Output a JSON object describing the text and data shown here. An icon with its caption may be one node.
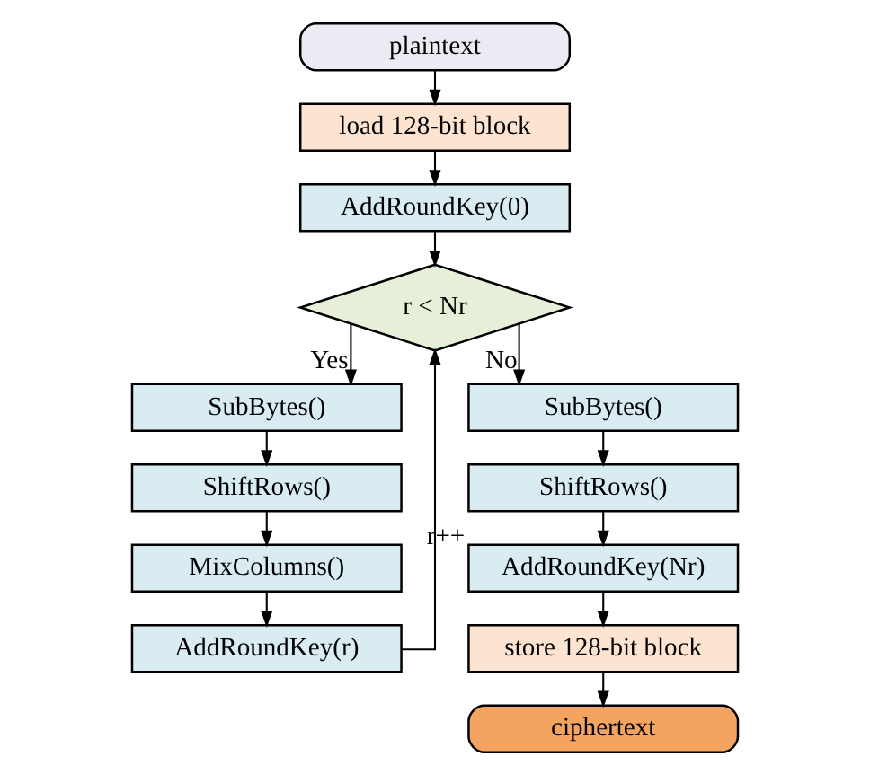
{
  "diagram": {
    "nodes": [
      {
        "text": [
          "plaintext"
        ]
      },
      {
        "text": [
          "load 128-bit block"
        ]
      },
      {
        "text": [
          "AddRoundKey(0)"
        ]
      },
      {
        "text": [
          "r < Nr"
        ]
      },
      {
        "text": [
          "SubBytes()"
        ]
      },
      {
        "text": [
          "ShiftRows()"
        ]
      },
      {
        "text": [
          "MixColumns()"
        ]
      },
      {
        "text": [
          "AddRoundKey(r)"
        ]
      },
      {
        "text": [
          "SubBytes()"
        ]
      },
      {
        "text": [
          "ShiftRows()"
        ]
      },
      {
        "text": [
          "AddRoundKey(Nr)"
        ]
      },
      {
        "text": [
          "store 128-bit block"
        ]
      },
      {
        "text": [
          "ciphertext"
        ]
      }
    ],
    "edges": [
      {
        "from": 0,
        "to": 1,
        "arrow": "to"
      },
      {
        "from": 1,
        "to": 2,
        "arrow": "to"
      },
      {
        "from": 2,
        "to": 3,
        "arrow": "to"
      },
      {
        "from": 3,
        "to": 4,
        "arrow": "to",
        "label": "Yes"
      },
      {
        "from": 4,
        "to": 5,
        "arrow": "to"
      },
      {
        "from": 5,
        "to": 6,
        "arrow": "to"
      },
      {
        "from": 6,
        "to": 7,
        "arrow": "to"
      },
      {
        "from": 7,
        "to": 3,
        "arrow": "to",
        "label": "r++"
      },
      {
        "from": 3,
        "to": 8,
        "arrow": "to",
        "label": "No"
      },
      {
        "from": 8,
        "to": 9,
        "arrow": "to"
      },
      {
        "from": 9,
        "to": 10,
        "arrow": "to"
      },
      {
        "from": 10,
        "to": 11,
        "arrow": "to"
      },
      {
        "from": 11,
        "to": 12,
        "arrow": "to"
      }
    ]
  }
}
